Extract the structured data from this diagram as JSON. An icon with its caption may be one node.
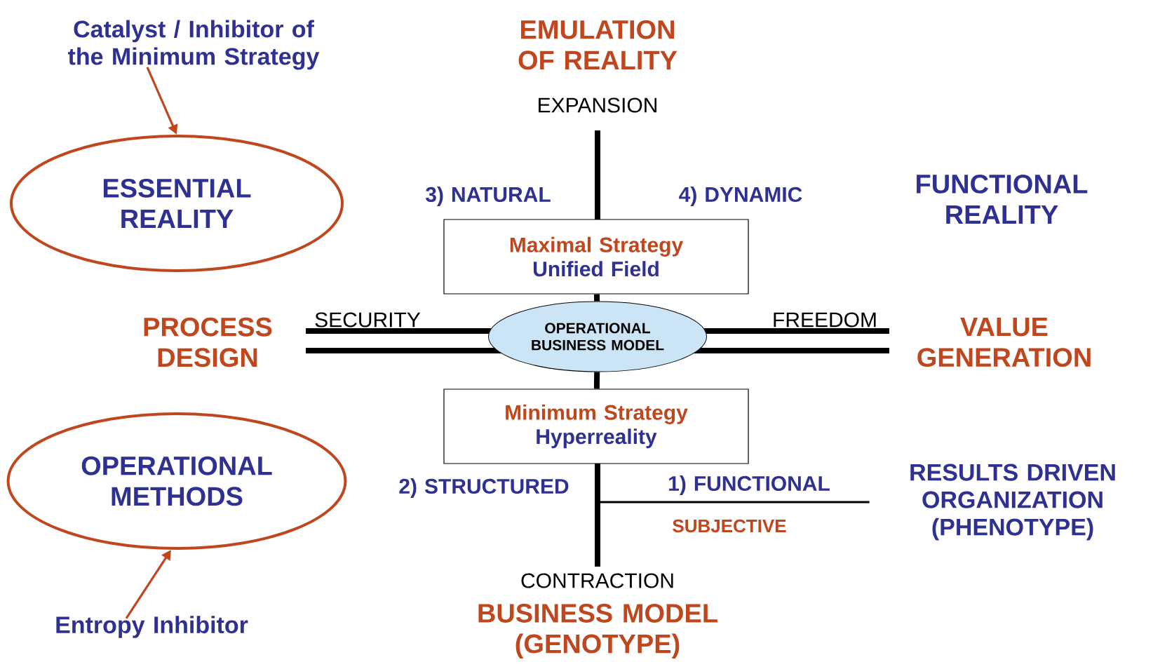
{
  "diagram": {
    "nodes": [
      {
        "text": [
          "Catalyst / Inhibitor of the Minimum Strategy"
        ]
      },
      {
        "text": [
          "ESSENTIAL REALITY"
        ]
      },
      {
        "text": [
          "OPERATIONAL METHODS"
        ]
      },
      {
        "text": [
          "Entropy Inhibitor"
        ]
      },
      {
        "text": [
          "Maximal Strategy",
          "Unified Field"
        ]
      },
      {
        "text": [
          "OPERATIONAL BUSINESS MODEL"
        ]
      },
      {
        "text": [
          "Minimum Strategy",
          "Hyperreality"
        ]
      },
      {
        "text": [
          "RESULTS DRIVEN ORGANIZATION (PHENOTYPE)"
        ]
      }
    ],
    "edges": [
      {
        "from": 0,
        "to": 1,
        "arrow": "to",
        "color": "#c0461e"
      },
      {
        "from": 3,
        "to": 2,
        "arrow": "to",
        "color": "#c0461e"
      },
      {
        "from": 4,
        "to": 5,
        "arrow": "none",
        "style": "thick"
      },
      {
        "from": 5,
        "to": 6,
        "arrow": "none",
        "style": "thick"
      },
      {
        "from": null,
        "to": 7,
        "arrow": "none"
      }
    ],
    "labels": [
      "EMULATION OF REALITY",
      "EXPANSION",
      "3) NATURAL",
      "4) DYNAMIC",
      "FUNCTIONAL REALITY",
      "PROCESS DESIGN",
      "SECURITY",
      "FREEDOM",
      "VALUE GENERATION",
      "2) STRUCTURED",
      "1) FUNCTIONAL",
      "SUBJECTIVE",
      "CONTRACTION",
      "BUSINESS MODEL (GENOTYPE)"
    ]
  }
}
